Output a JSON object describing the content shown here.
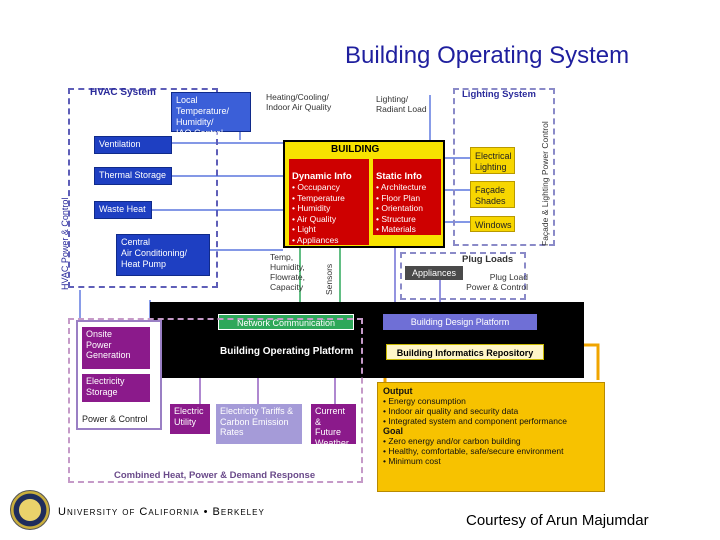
{
  "title": "Building Operating System",
  "hvac": {
    "label": "HVAC System",
    "power_label": "HVAC Power & Control",
    "local_control": "Local Temperature/\nHumidity/\nIAQ Control",
    "heating_cooling": "Heating/Cooling/\nIndoor Air Quality",
    "items": [
      "Ventilation",
      "Thermal Storage",
      "Waste Heat",
      "Central\nAir Conditioning/\nHeat Pump"
    ]
  },
  "lighting": {
    "load_label": "Lighting/\nRadiant Load",
    "label": "Lighting System",
    "power_label": "Façade & Lighting Power Control",
    "items": [
      "Electrical\nLighting",
      "Façade\nShades",
      "Windows"
    ]
  },
  "building": {
    "title": "BUILDING",
    "dynamic_title": "Dynamic Info",
    "dynamic_items": "• Occupancy\n• Temperature\n• Humidity\n• Air Quality\n• Light\n• Appliances",
    "static_title": "Static Info",
    "static_items": "• Architecture\n• Floor Plan\n• Orientation\n• Structure\n• Materials"
  },
  "sensors": {
    "readings": "Temp,\nHumidity,\nFlowrate,\nCapacity",
    "label": "Sensors"
  },
  "plug": {
    "label": "Plug Loads",
    "appliances": "Appliances",
    "load_label": "Plug Load\nPower & Control"
  },
  "platform": {
    "network": "Network Communication",
    "design": "Building Design Platform",
    "operating": "Building Operating Platform",
    "informatics": "Building Informatics Repository"
  },
  "power": {
    "onsite": "Onsite\nPower\nGeneration",
    "storage": "Electricity\nStorage",
    "control": "Power & Control",
    "utility": "Electric\nUtility",
    "tariffs": "Electricity Tariffs &\nCarbon Emission\nRates",
    "weather": "Current &\nFuture\nWeather",
    "chp_label": "Combined Heat, Power & Demand Response"
  },
  "output": {
    "output_title": "Output",
    "output_items": "• Energy consumption\n• Indoor air quality and security data\n• Integrated system and component performance",
    "goal_title": "Goal",
    "goal_items": "• Zero energy and/or carbon building\n• Healthy, comfortable, safe/secure environment\n• Minimum cost"
  },
  "footer": {
    "university": "University of California • Berkeley",
    "courtesy": "Courtesy of Arun Majumdar"
  },
  "colors": {
    "title_blue": "#1f1f9e",
    "hvac_blue": "#1e3fc2",
    "building_yellow": "#f7e300",
    "info_red": "#ce0000",
    "network_green": "#2ea85a",
    "output_gold": "#f7c200",
    "power_magenta": "#8b1a8b"
  }
}
